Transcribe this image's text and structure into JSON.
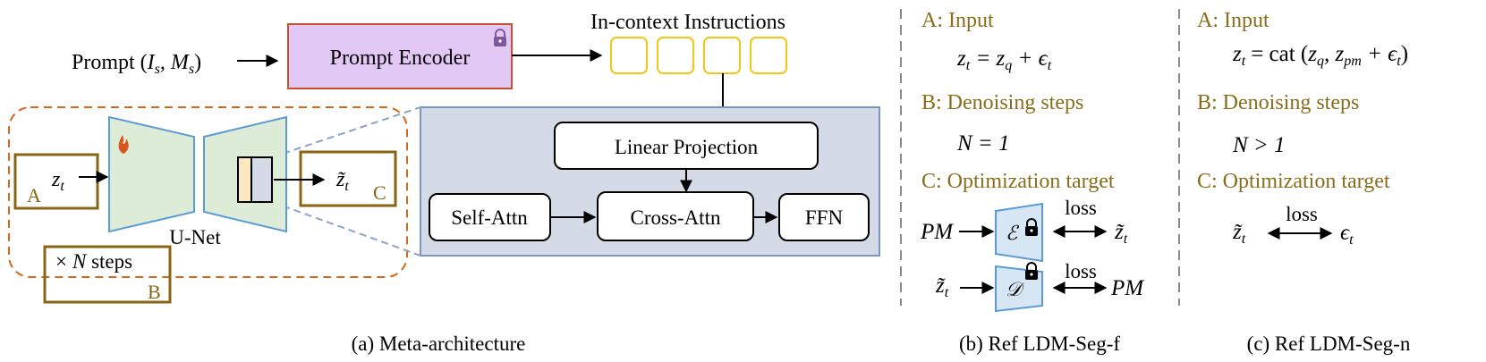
{
  "colors": {
    "prompt_encoder_fill": "#e2c8f5",
    "prompt_encoder_border": "#c8502c",
    "token_border": "#f5c518",
    "unet_fill": "#dcecd6",
    "unet_border": "#5b9bd5",
    "detail_fill": "#d5dbe6",
    "detail_border": "#7a96c0",
    "abc_box_border": "#8a6516",
    "abc_label": "#8a6516",
    "dashed_region": "#d2691e",
    "flame": "#d9541e",
    "lock": "#7a5a99",
    "vae_fill": "#d6e6f4",
    "section_label": "#8a6d1a"
  },
  "panel_a": {
    "prompt_text": "Prompt (",
    "prompt_vars": "I",
    "prompt_s1": "s",
    "prompt_sep": ", M",
    "prompt_s2": "s",
    "prompt_close": ")",
    "prompt_encoder_label": "Prompt Encoder",
    "in_context_label": "In-context Instructions",
    "unet_label": "U-Net",
    "input_var": "z",
    "input_sub": "t",
    "output_var": "z̃",
    "output_sub": "t",
    "box_a": "A",
    "box_b": "B",
    "box_c": "C",
    "steps_prefix": "×",
    "steps_var": "N",
    "steps_suffix": " steps",
    "linear_projection": "Linear Projection",
    "self_attn": "Self-Attn",
    "cross_attn": "Cross-Attn",
    "ffn": "FFN",
    "caption": "(a) Meta-architecture"
  },
  "panel_b": {
    "input_label": "A: Input",
    "input_eq_lhs": "z",
    "input_eq_lhs_sub": "t",
    "input_eq_rhs1": " = z",
    "input_eq_rhs1_sub": "q",
    "input_eq_rhs2": " + ϵ",
    "input_eq_rhs2_sub": "t",
    "denoise_label": "B: Denoising steps",
    "denoise_eq": "N = 1",
    "opt_label": "C: Optimization target",
    "pm": "PM",
    "enc_symbol": "ℰ",
    "dec_symbol": "𝒟",
    "loss": "loss",
    "zt_tilde": "z̃",
    "zt_sub": "t",
    "caption": "(b) Ref LDM-Seg-f"
  },
  "panel_c": {
    "input_label": "A: Input",
    "input_eq": "= cat (",
    "denoise_label": "B: Denoising steps",
    "denoise_eq": "N > 1",
    "opt_label": "C: Optimization target",
    "loss": "loss",
    "eps": "ϵ",
    "caption": "(c) Ref LDM-Seg-n"
  }
}
